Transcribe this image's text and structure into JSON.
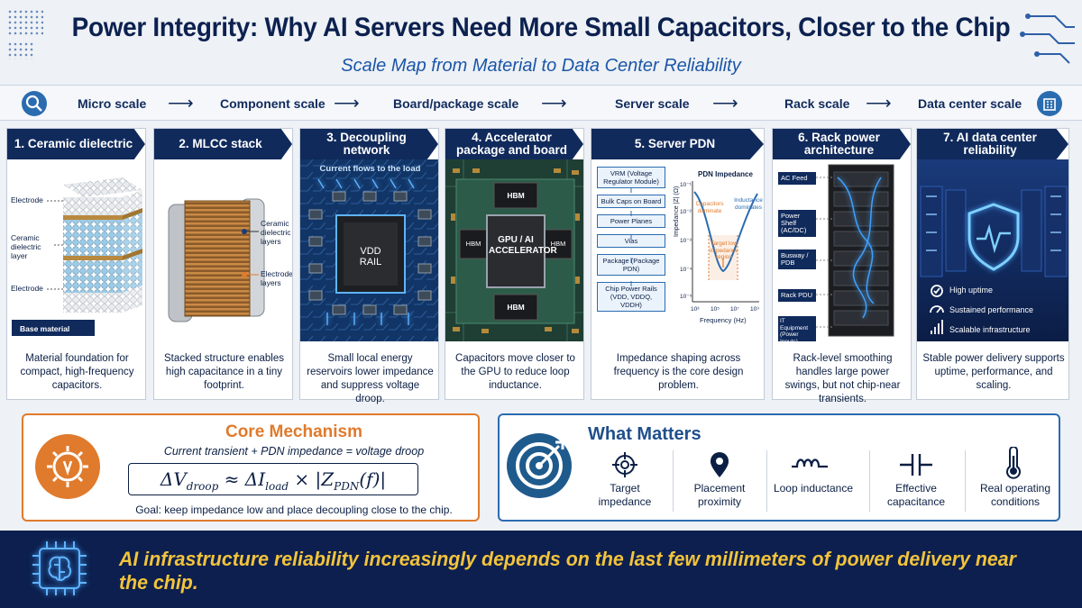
{
  "header": {
    "title": "Power Integrity: Why AI Servers Need More Small Capacitors, Closer to the Chip",
    "subtitle": "Scale Map from Material to Data Center Reliability"
  },
  "scale_bar": {
    "items": [
      "Micro scale",
      "Component scale",
      "Board/package scale",
      "Server scale",
      "Rack scale",
      "Data center scale"
    ]
  },
  "cards": [
    {
      "title": "1. Ceramic dielectric",
      "caption": "Material foundation for compact, high-frequency capacitors.",
      "labels": {
        "electrode_top": "Electrode",
        "dielectric": "Ceramic dielectric layer",
        "electrode_bottom": "Electrode",
        "base": "Base material"
      }
    },
    {
      "title": "2. MLCC stack",
      "caption": "Stacked structure enables high capacitance in a tiny footprint.",
      "labels": {
        "dielectric_layers": "Ceramic dielectric layers",
        "electrode_layers": "Electrode layers"
      }
    },
    {
      "title": "3. Decoupling network",
      "caption": "Small local energy reservoirs lower impedance and suppress voltage droop.",
      "labels": {
        "flow": "Current flows to the load",
        "chip": "VDD RAIL"
      }
    },
    {
      "title": "4. Accelerator package and board",
      "caption": "Capacitors move closer to the GPU to reduce loop inductance.",
      "labels": {
        "hbm": "HBM",
        "gpu": "GPU / AI ACCELERATOR"
      }
    },
    {
      "title": "5. Server PDN",
      "caption": "Impedance shaping across frequency is the core design problem.",
      "stack": [
        "VRM (Voltage Regulator Module)",
        "Bulk Caps on Board",
        "Power Planes",
        "Vias",
        "Package (Package PDN)",
        "Chip Power Rails (VDD, VDDQ, VDDH)"
      ],
      "plot": {
        "title": "PDN Impedance",
        "ylabel": "Impedance |Z| (Ω)",
        "xlabel": "Frequency (Hz)",
        "cap_note": "Capacitors dominate",
        "ind_note": "Inductance dominates",
        "target_note": "Target low impedance region",
        "yticks": [
          "10⁻¹",
          "10⁻²",
          "10⁻³",
          "10⁻⁴",
          "10⁻⁵"
        ],
        "xticks": [
          "10³",
          "10⁵",
          "10⁷",
          "10⁹"
        ]
      }
    },
    {
      "title": "6. Rack power architecture",
      "caption": "Rack-level smoothing handles large power swings, but not chip-near transients.",
      "tags": [
        "AC Feed",
        "Power Shelf (AC/DC)",
        "Busway / PDB",
        "Rack PDU",
        "IT Equipment (Power Inputs)"
      ]
    },
    {
      "title": "7. AI data center reliability",
      "caption": "Stable power delivery supports uptime, performance, and scaling.",
      "features": [
        "High uptime",
        "Sustained performance",
        "Scalable infrastructure"
      ]
    }
  ],
  "core": {
    "title": "Core Mechanism",
    "line": "Current transient + PDN impedance = voltage droop",
    "goal": "Goal: keep impedance low and place decoupling close to the chip."
  },
  "what_matters": {
    "title": "What Matters",
    "items": [
      "Target impedance",
      "Placement proximity",
      "Loop inductance",
      "Effective capacitance",
      "Real operating conditions"
    ]
  },
  "footer": {
    "text": "AI infrastructure reliability increasingly depends on the last few millimeters of power delivery near the chip."
  },
  "colors": {
    "navy": "#102a5c",
    "accent_blue": "#2b6cb0",
    "orange": "#e07a2c",
    "gold": "#f2c33c"
  }
}
